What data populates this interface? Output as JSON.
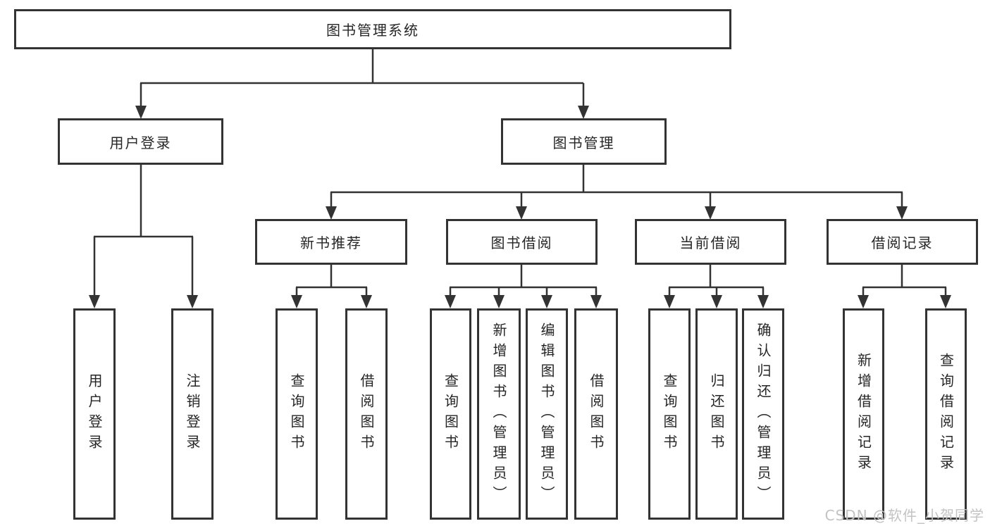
{
  "diagram_title": "图书管理系统",
  "nodes": {
    "root": "图书管理系统",
    "user_login": "用户登录",
    "book_mgmt": "图书管理",
    "new_book": "新书推荐",
    "book_borrow": "图书借阅",
    "current_borrow": "当前借阅",
    "borrow_record": "借阅记录",
    "ul_login": "用户登录",
    "ul_logout": "注销登录",
    "nb_query": "查询图书",
    "nb_borrow": "借阅图书",
    "bb_query": "查询图书",
    "bb_add": "新增图书（管理员）",
    "bb_edit": "编辑图书（管理员）",
    "bb_borrow": "借阅图书",
    "cb_query": "查询图书",
    "cb_return": "归还图书",
    "cb_confirm": "确认归还（管理员）",
    "br_add": "新增借阅记录",
    "br_query": "查询借阅记录"
  },
  "hierarchy": {
    "图书管理系统": [
      "用户登录",
      "图书管理"
    ],
    "用户登录": [
      "用户登录",
      "注销登录"
    ],
    "图书管理": [
      "新书推荐",
      "图书借阅",
      "当前借阅",
      "借阅记录"
    ],
    "新书推荐": [
      "查询图书",
      "借阅图书"
    ],
    "图书借阅": [
      "查询图书",
      "新增图书（管理员）",
      "编辑图书（管理员）",
      "借阅图书"
    ],
    "当前借阅": [
      "查询图书",
      "归还图书",
      "确认归还（管理员）"
    ],
    "借阅记录": [
      "新增借阅记录",
      "查询借阅记录"
    ]
  },
  "watermark": "CSDN @软件_小贺同学",
  "colors": {
    "line": "#333333",
    "box_border": "#333333",
    "text": "#262626",
    "background": "#ffffff",
    "watermark": "#c3c3c3"
  }
}
